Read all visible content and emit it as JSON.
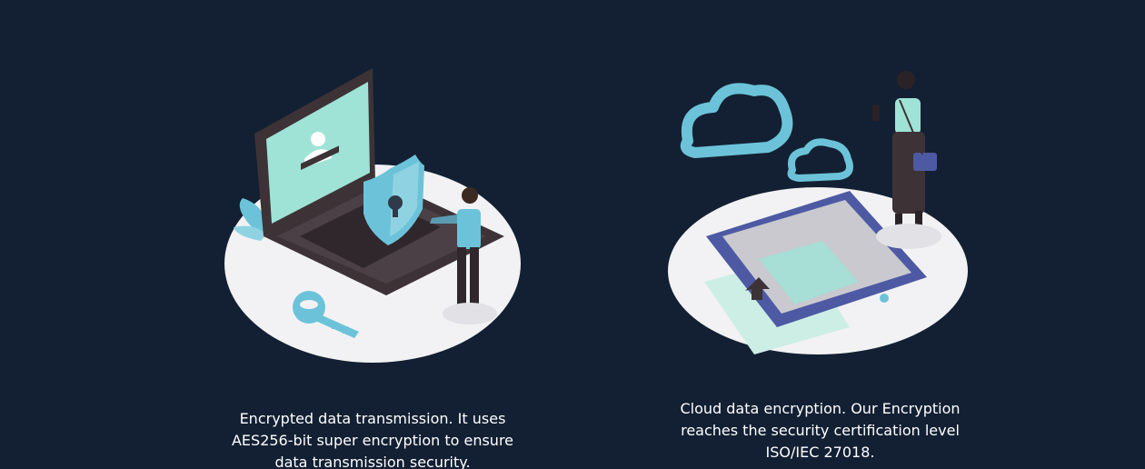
{
  "features": [
    {
      "caption": "Encrypted data transmission. It uses AES256-bit super encryption to ensure data transmission security.",
      "illustration_icon": "laptop-shield-key-illustration"
    },
    {
      "caption": "Cloud data encryption. Our Encryption reaches the security certification level ISO/IEC 27018.",
      "illustration_icon": "cloud-phone-illustration"
    }
  ],
  "colors": {
    "background": "#132033",
    "accent": "#6cc3d9",
    "screen": "#9fe3d6",
    "laptop": "#3d3337",
    "phone": "#4d5aa3",
    "platform": "#f2f2f4"
  }
}
